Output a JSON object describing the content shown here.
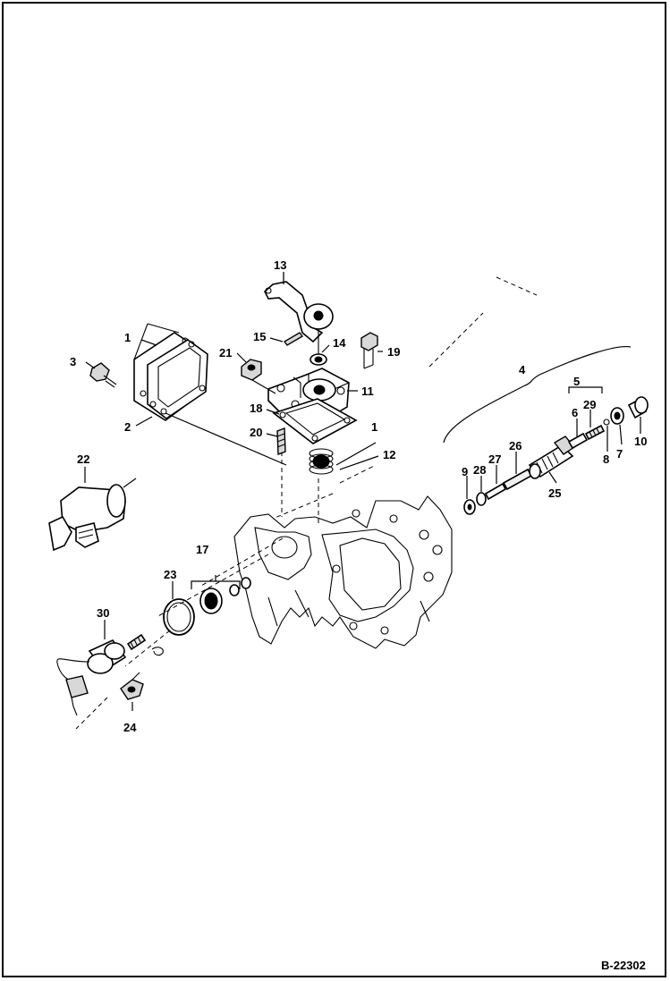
{
  "diagram": {
    "figure_number": "B-22302",
    "callouts": [
      "1",
      "2",
      "3",
      "4",
      "5",
      "6",
      "7",
      "8",
      "9",
      "10",
      "11",
      "12",
      "13",
      "14",
      "15",
      "17",
      "18",
      "19",
      "20",
      "21",
      "22",
      "23",
      "24",
      "25",
      "26",
      "27",
      "28",
      "29",
      "30",
      "1"
    ]
  }
}
